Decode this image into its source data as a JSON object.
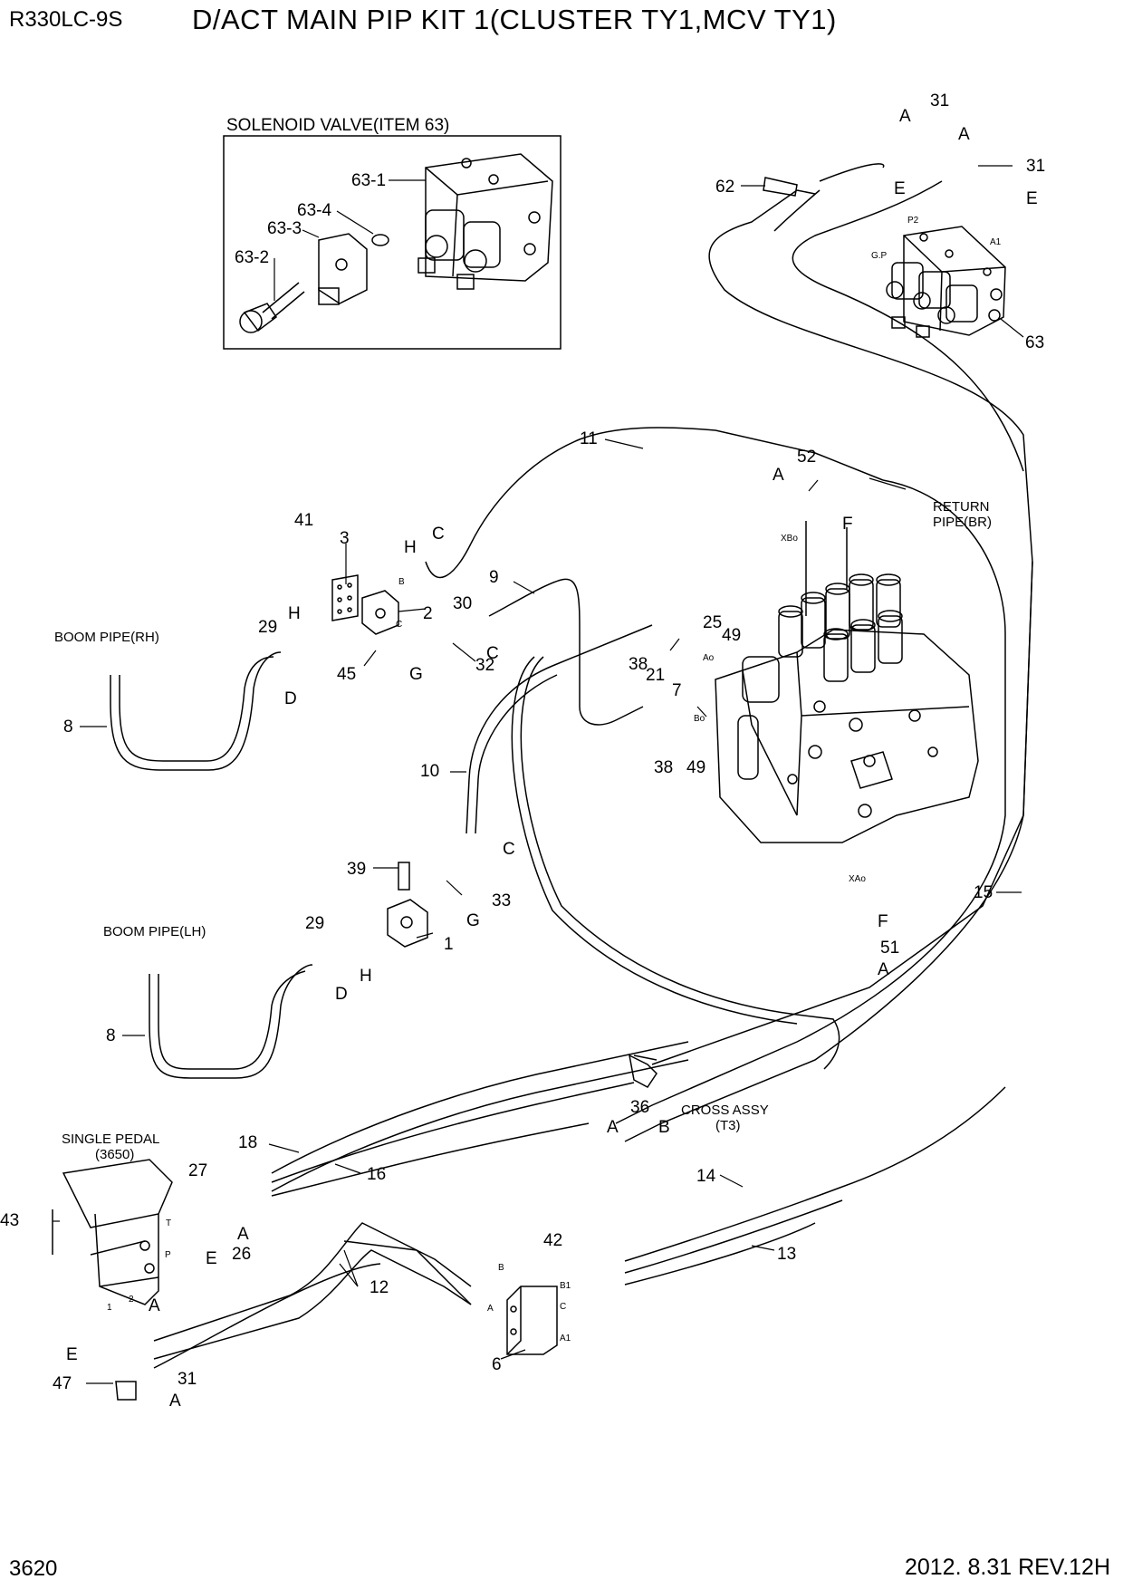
{
  "header": {
    "model": "R330LC-9S",
    "title": "D/ACT MAIN PIP KIT 1(CLUSTER TY1,MCV TY1)"
  },
  "footer": {
    "page_number": "3620",
    "revision": "2012. 8.31  REV.12H"
  },
  "notes": {
    "solenoid_valve": "SOLENOID VALVE(ITEM 63)",
    "return_pipe_1": "RETURN",
    "return_pipe_2": "PIPE(BR)",
    "boom_pipe_rh": "BOOM PIPE(RH)",
    "boom_pipe_lh": "BOOM PIPE(LH)",
    "single_pedal_1": "SINGLE PEDAL",
    "single_pedal_2": "(3650)",
    "cross_assy_1": "CROSS ASSY",
    "cross_assy_2": "(T3)"
  },
  "port_labels": [
    "P2",
    "G.P",
    "A1",
    "XBo",
    "Ao",
    "Bo",
    "XAo",
    "B",
    "C",
    "B",
    "A",
    "B1",
    "C",
    "A1",
    "P",
    "T",
    "1",
    "2"
  ],
  "callouts": [
    "63-1",
    "63-4",
    "63-3",
    "63-2",
    "31",
    "31",
    "62",
    "63",
    "11",
    "52",
    "41",
    "3",
    "2",
    "30",
    "9",
    "29",
    "45",
    "32",
    "25",
    "49",
    "38",
    "21",
    "7",
    "38",
    "49",
    "8",
    "10",
    "39",
    "33",
    "29",
    "1",
    "15",
    "51",
    "8",
    "36",
    "18",
    "16",
    "14",
    "27",
    "26",
    "43",
    "42",
    "13",
    "12",
    "6",
    "31",
    "47"
  ],
  "letters": [
    "A",
    "A",
    "E",
    "E",
    "A",
    "F",
    "H",
    "C",
    "H",
    "C",
    "G",
    "D",
    "C",
    "G",
    "H",
    "D",
    "F",
    "A",
    "A",
    "B",
    "A",
    "E",
    "A",
    "E",
    "A"
  ]
}
